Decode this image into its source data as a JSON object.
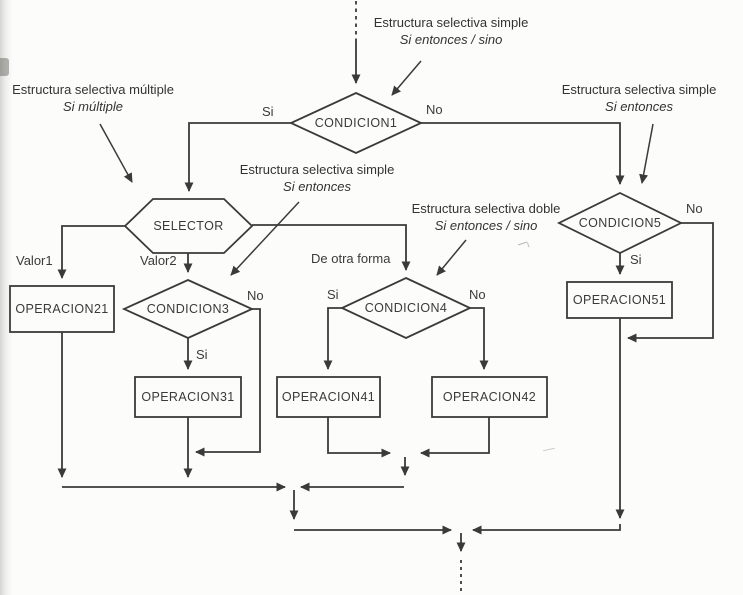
{
  "diagram": {
    "title_implicit": "Estructuras selectivas - diagrama de flujo",
    "background_color": "#fcfcfa",
    "line_color": "#3a3a3a",
    "nodes": {
      "condicion1": "CONDICION1",
      "selector": "SELECTOR",
      "condicion3": "CONDICION3",
      "condicion4": "CONDICION4",
      "condicion5": "CONDICION5",
      "operacion21": "OPERACION21",
      "operacion31": "OPERACION31",
      "operacion41": "OPERACION41",
      "operacion42": "OPERACION42",
      "operacion51": "OPERACION51"
    },
    "edge_labels": {
      "c1_si": "Si",
      "c1_no": "No",
      "valor1": "Valor1",
      "valor2": "Valor2",
      "de_otra_forma": "De otra forma",
      "c3_si": "Si",
      "c3_no": "No",
      "c4_si": "Si",
      "c4_no": "No",
      "c5_si": "Si",
      "c5_no": "No"
    },
    "annotations": [
      {
        "id": "top",
        "line1": "Estructura selectiva simple",
        "line2": "Si entonces / sino"
      },
      {
        "id": "left",
        "line1": "Estructura selectiva múltiple",
        "line2": "Si múltiple"
      },
      {
        "id": "middle",
        "line1": "Estructura selectiva simple",
        "line2": "Si entonces"
      },
      {
        "id": "doble",
        "line1": "Estructura selectiva doble",
        "line2": "Si entonces / sino"
      },
      {
        "id": "right",
        "line1": "Estructura selectiva simple",
        "line2": "Si entonces"
      }
    ]
  }
}
